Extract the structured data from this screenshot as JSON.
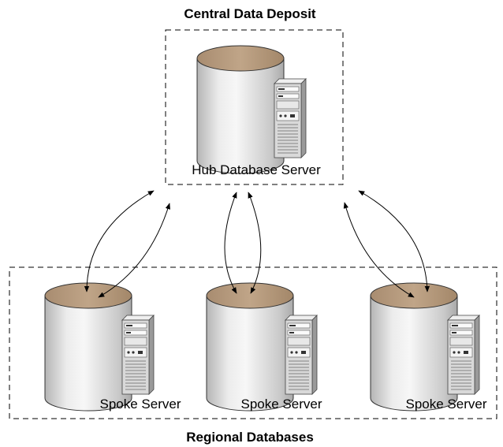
{
  "top_group": {
    "title": "Central Data Deposit",
    "hub_label": "Hub Database Server"
  },
  "bottom_group": {
    "title": "Regional Databases",
    "spokes": [
      {
        "label": "Spoke Server"
      },
      {
        "label": "Spoke Server"
      },
      {
        "label": "Spoke Server"
      }
    ]
  },
  "colors": {
    "database_top": "#b79c7e",
    "database_body_light": "#f5f5f5",
    "database_body_dark": "#b0b0b0",
    "server_front": "#d6d6d6",
    "dashed_border": "#000000"
  },
  "icons": [
    "database-cylinder-icon",
    "server-tower-icon",
    "bidirectional-arrow-icon"
  ]
}
